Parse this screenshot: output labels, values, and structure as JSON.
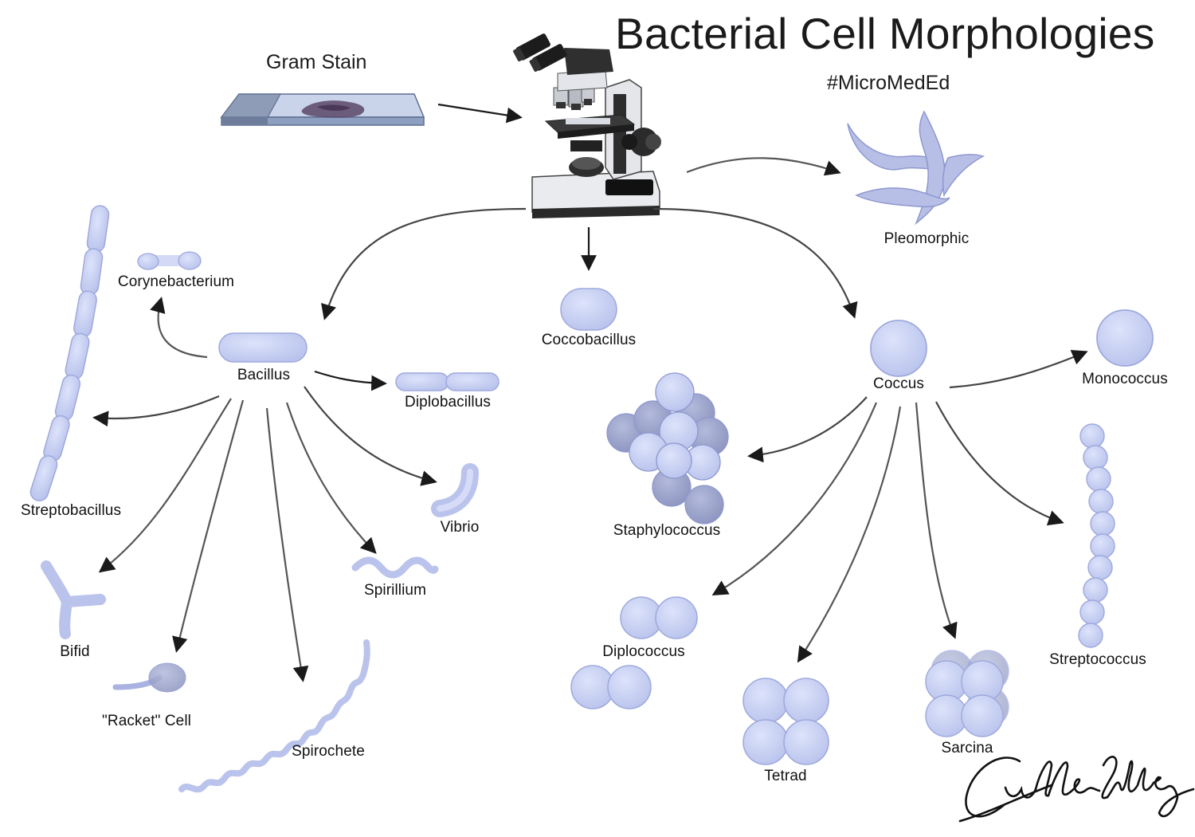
{
  "title": "Bacterial Cell Morphologies",
  "hashtag": "#MicroMedEd",
  "gram_stain": "Gram Stain",
  "labels": {
    "pleomorphic": "Pleomorphic",
    "corynebacterium": "Corynebacterium",
    "bacillus": "Bacillus",
    "coccobacillus": "Coccobacillus",
    "diplobacillus": "Diplobacillus",
    "streptobacillus": "Streptobacillus",
    "vibrio": "Vibrio",
    "spirillium": "Spirillium",
    "bifid": "Bifid",
    "racket": "\"Racket\" Cell",
    "spirochete": "Spirochete",
    "coccus": "Coccus",
    "monococcus": "Monococcus",
    "staphylococcus": "Staphylococcus",
    "streptococcus": "Streptococcus",
    "diplococcus": "Diplococcus",
    "tetrad": "Tetrad",
    "sarcina": "Sarcina"
  },
  "signature": "Cullen Lilley",
  "colors": {
    "cell_fill": "#c5cdf0",
    "cell_stroke": "#9ea9dd",
    "cell_dark": "#9aa2c8",
    "arrow": "#1a1a1a"
  }
}
